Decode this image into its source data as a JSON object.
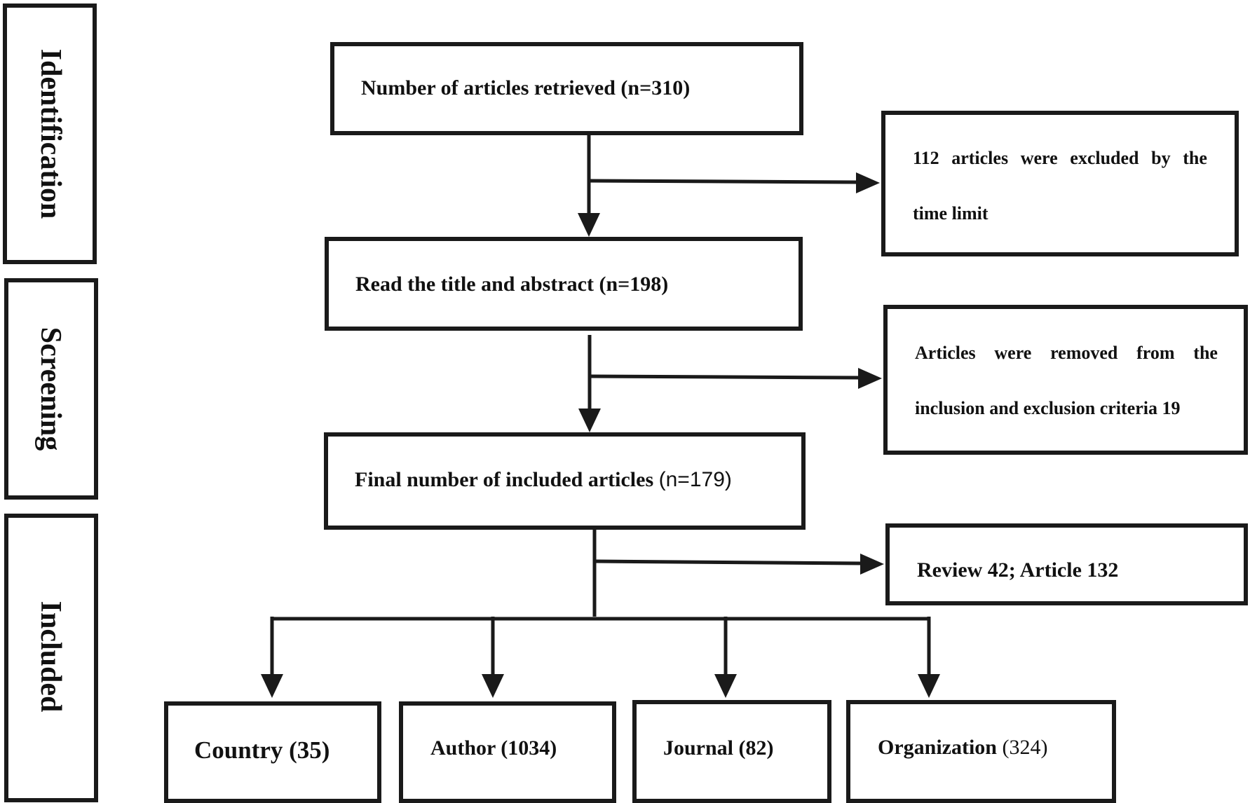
{
  "stages": {
    "identification": "Identification",
    "screening": "Screening",
    "included": "Included"
  },
  "boxes": {
    "retrieved": "Number of articles retrieved (n=310)",
    "read": "Read the title and abstract (n=198)",
    "final_prefix": "Final number of included articles ",
    "final_count": "(n=179)",
    "review_article": "Review 42; Article 132"
  },
  "excluded_time": {
    "line1_words": [
      "112",
      "articles",
      "were",
      "excluded",
      "by",
      "the"
    ],
    "line2": "time limit"
  },
  "removed_criteria": {
    "line1_words": [
      "Articles",
      "were",
      "removed",
      "from",
      "the"
    ],
    "line2": "inclusion and exclusion criteria 19"
  },
  "outputs": {
    "country": "Country (35)",
    "author": "Author (1034)",
    "journal": "Journal (82)",
    "organization_label": "Organization",
    "organization_count": " (324)"
  }
}
